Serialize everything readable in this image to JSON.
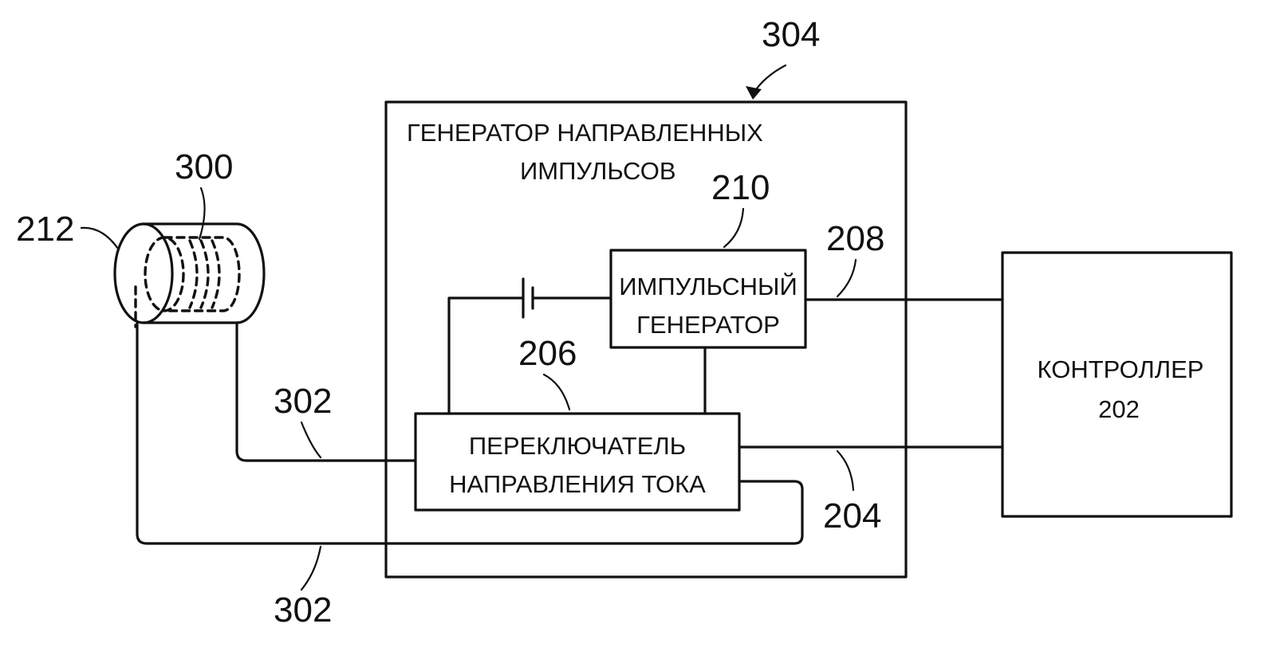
{
  "labels": {
    "n304": "304",
    "n300": "300",
    "n212": "212",
    "n210": "210",
    "n208": "208",
    "n206": "206",
    "n302_top": "302",
    "n302_bottom": "302",
    "n204": "204"
  },
  "pulse_generator_block": {
    "title_line1": "ГЕНЕРАТОР НАПРАВЛЕННЫХ",
    "title_line2": "ИМПУЛЬСОВ"
  },
  "pulse_generator": {
    "line1": "ИМПУЛЬСНЫЙ",
    "line2": "ГЕНЕРАТОР"
  },
  "current_switch": {
    "line1": "ПЕРЕКЛЮЧАТЕЛЬ",
    "line2": "НАПРАВЛЕНИЯ ТОКА"
  },
  "controller": {
    "line1": "КОНТРОЛЛЕР",
    "line2": "202"
  }
}
